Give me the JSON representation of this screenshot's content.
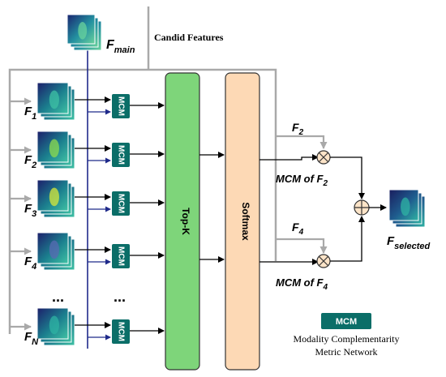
{
  "candidate": {
    "label_base": "F",
    "label_sub": "main",
    "caption": "Candid Features"
  },
  "features": [
    {
      "base": "F",
      "sub": "1",
      "palette": "teal-blue"
    },
    {
      "base": "F",
      "sub": "2",
      "palette": "green-blue"
    },
    {
      "base": "F",
      "sub": "3",
      "palette": "yellow-green"
    },
    {
      "base": "F",
      "sub": "4",
      "palette": "purple"
    },
    {
      "base": "F",
      "sub": "N",
      "palette": "navy-teal"
    }
  ],
  "ellipsis": "...",
  "mcm_label": "MCM",
  "topk_label": "Top-K",
  "softmax_label": "Softmax",
  "branches": {
    "top_input": {
      "base": "F",
      "sub": "2"
    },
    "top_output": {
      "pre": "MCM of F",
      "sub": "2"
    },
    "bottom_input": {
      "base": "F",
      "sub": "4"
    },
    "bottom_output": {
      "pre": "MCM of F",
      "sub": "4"
    }
  },
  "operators": {
    "multiply": "⊗",
    "add": "⊕"
  },
  "output": {
    "base": "F",
    "sub": "selected"
  },
  "legend": {
    "badge": "MCM",
    "line1": "Modality Complementarity",
    "line2": "Metric Network"
  },
  "colors": {
    "mcm_fill": "#0b6e68",
    "topk_fill": "#7ed57a",
    "softmax_fill": "#fdd9b5",
    "op_fill": "#fde4c8",
    "gray_line": "#a9a9a9",
    "blue_line": "#1f2a8a"
  }
}
